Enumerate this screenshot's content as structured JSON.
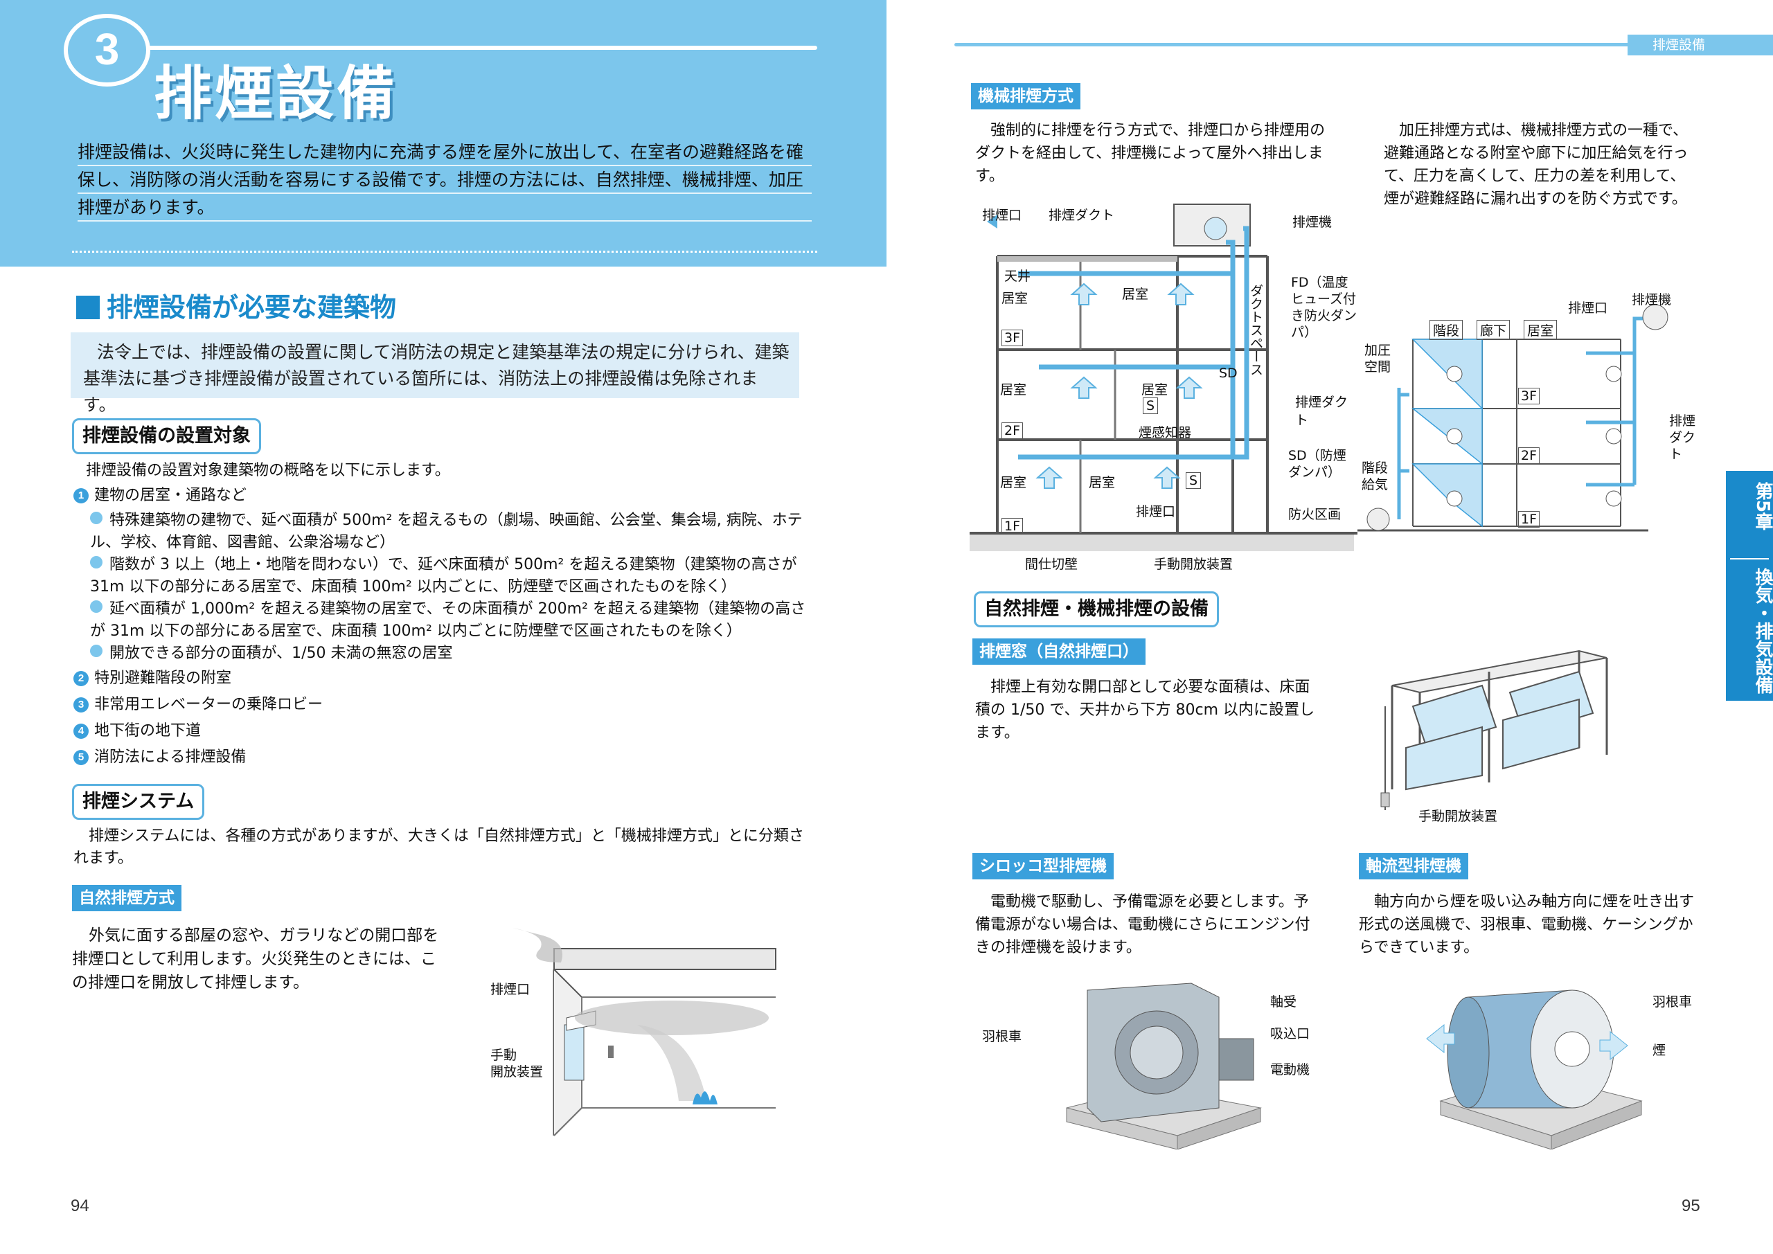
{
  "left": {
    "chapter_number": "3",
    "title": "排煙設備",
    "intro": "排煙設備は、火災時に発生した建物内に充満する煙を屋外に放出して、在室者の避難経路を確保し、消防隊の消火活動を容易にする設備です。排煙の方法には、自然排煙、機械排煙、加圧排煙があります。",
    "section_heading": "排煙設備が必要な建築物",
    "law_note": "法令上では、排煙設備の設置に関して消防法の規定と建築基準法の規定に分けられ、建築基準法に基づき排煙設備が設置されている箇所には、消防法上の排煙設備は免除されます。",
    "targets_heading": "排煙設備の設置対象",
    "targets_intro": "排煙設備の設置対象建築物の概略を以下に示します。",
    "item1": "建物の居室・通路など",
    "item1_sub": [
      "特殊建築物の建物で、延べ面積が 500m² を超えるもの（劇場、映画館、公会堂、集会場, 病院、ホテル、学校、体育館、図書館、公衆浴場など）",
      "階数が 3 以上（地上・地階を問わない）で、延べ床面積が 500m² を超える建築物（建築物の高さが 31m 以下の部分にある居室で、床面積 100m² 以内ごとに、防煙壁で区画されたものを除く）",
      "延べ面積が 1,000m² を超える建築物の居室で、その床面積が 200m² を超える建築物（建築物の高さが 31m 以下の部分にある居室で、床面積 100m² 以内ごとに防煙壁で区画されたものを除く）",
      "開放できる部分の面積が、1/50 未満の無窓の居室"
    ],
    "item2": "特別避難階段の附室",
    "item3": "非常用エレベーターの乗降ロビー",
    "item4": "地下街の地下道",
    "item5": "消防法による排煙設備",
    "nums": [
      "1",
      "2",
      "3",
      "4",
      "5"
    ],
    "system_heading": "排煙システム",
    "system_text": "排煙システムには、各種の方式がありますが、大きくは「自然排煙方式」と「機械排煙方式」とに分類されます。",
    "natural_tag": "自然排煙方式",
    "natural_text": "外気に面する部屋の窓や、ガラリなどの開口部を排煙口として利用します。火災発生のときには、この排煙口を開放して排煙します。",
    "natural_labels": {
      "outlet": "排煙口",
      "manual": "手動\n開放装置"
    },
    "page_number": "94"
  },
  "right": {
    "running_head": "排煙設備",
    "side_tab_chapter": "第5章",
    "side_tab_title": "換気・排気設備",
    "mech_tag": "機械排煙方式",
    "mech_text": "強制的に排煙を行う方式で、排煙口から排煙用のダクトを経由して、排煙機によって屋外へ排出します。",
    "press_text": "加圧排煙方式は、機械排煙方式の一種で、避難通路となる附室や廊下に加圧給気を行って、圧力を高くして、圧力の差を利用して、煙が避難経路に漏れ出すのを防ぐ方式です。",
    "diag1": {
      "outlet": "排煙口",
      "duct": "排煙ダクト",
      "fan": "排煙機",
      "ceiling": "天井",
      "room": "居室",
      "fd": "FD（温度ヒューズ付き防火ダンパ）",
      "sd": "SD",
      "duct_space": "ダクトスペース",
      "smoke_duct": "排煙ダクト",
      "sd2": "SD（防煙ダンパ）",
      "fire_zone": "防火区画",
      "detector": "煙感知器",
      "s": "S",
      "partition": "間仕切壁",
      "manual": "手動開放装置",
      "floors": [
        "3F",
        "2F",
        "1F"
      ]
    },
    "diag2": {
      "outlet": "排煙口",
      "fan": "排煙機",
      "stairs": "階段",
      "corridor": "廊下",
      "room": "居室",
      "pressurized": "加圧空間",
      "stair_supply": "階段給気",
      "duct": "排煙ダクト",
      "floors": [
        "3F",
        "2F",
        "1F"
      ]
    },
    "equip_heading": "自然排煙・機械排煙の設備",
    "window_tag": "排煙窓（自然排煙口）",
    "window_text": "排煙上有効な開口部として必要な面積は、床面積の 1/50 で、天井から下方 80cm 以内に設置します。",
    "window_label": "手動開放装置",
    "sirocco_tag": "シロッコ型排煙機",
    "sirocco_text": "電動機で駆動し、予備電源を必要とします。予備電源がない場合は、電動機にさらにエンジン付きの排煙機を設けます。",
    "sirocco_labels": {
      "shaft": "軸受",
      "inlet": "吸込口",
      "motor": "電動機",
      "impeller": "羽根車"
    },
    "axial_tag": "軸流型排煙機",
    "axial_text": "軸方向から煙を吸い込み軸方向に煙を吐き出す形式の送風機で、羽根車、電動機、ケーシングからできています。",
    "axial_labels": {
      "impeller": "羽根車",
      "smoke": "煙"
    },
    "page_number": "95"
  }
}
